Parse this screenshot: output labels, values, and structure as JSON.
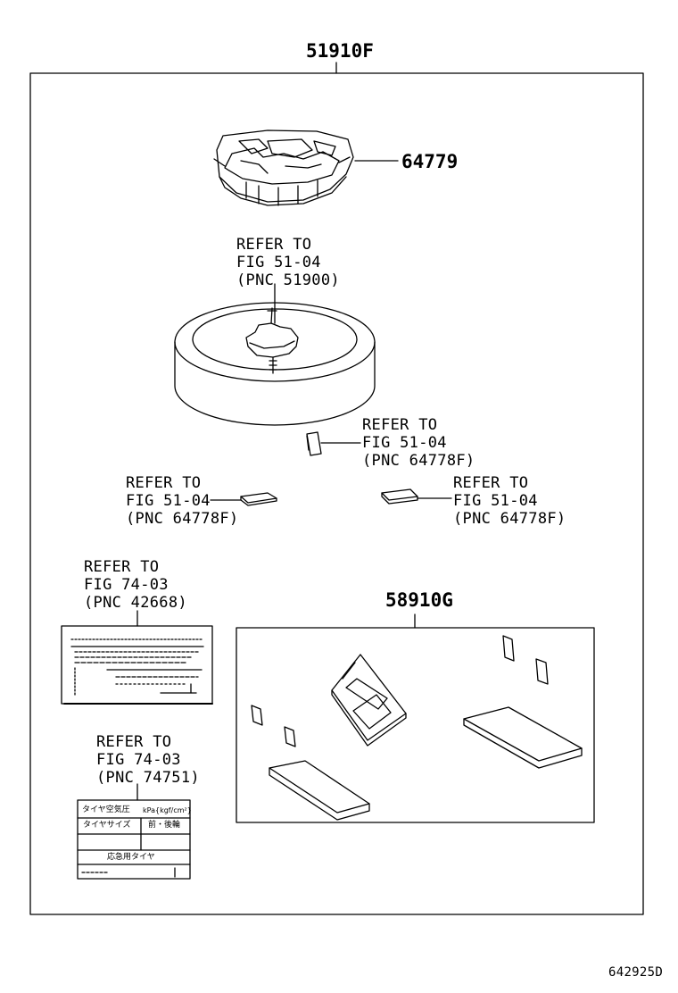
{
  "outer_part": "51910F",
  "jack_part": "64779",
  "kit_part": "58910G",
  "figure_id": "642925D",
  "refs": {
    "wheel": [
      "REFER TO",
      "FIG 51-04",
      "(PNC 51900)"
    ],
    "patch_a": [
      "REFER TO",
      "FIG 51-04",
      "(PNC 64778F)"
    ],
    "patch_b": [
      "REFER TO",
      "FIG 51-04",
      "(PNC 64778F)"
    ],
    "patch_c": [
      "REFER TO",
      "FIG 51-04",
      "(PNC 64778F)"
    ],
    "label_a": [
      "REFER TO",
      "FIG 74-03",
      "(PNC 42668)"
    ],
    "label_b": [
      "REFER TO",
      "FIG 74-03",
      "(PNC 74751)"
    ]
  },
  "tire_label": {
    "title": "タイヤ空気圧",
    "unit": "kPa{kgf/cm²}",
    "size_col": "タイヤサイズ",
    "axle_col": "前・後輪",
    "spare_row": "応急用タイヤ"
  }
}
